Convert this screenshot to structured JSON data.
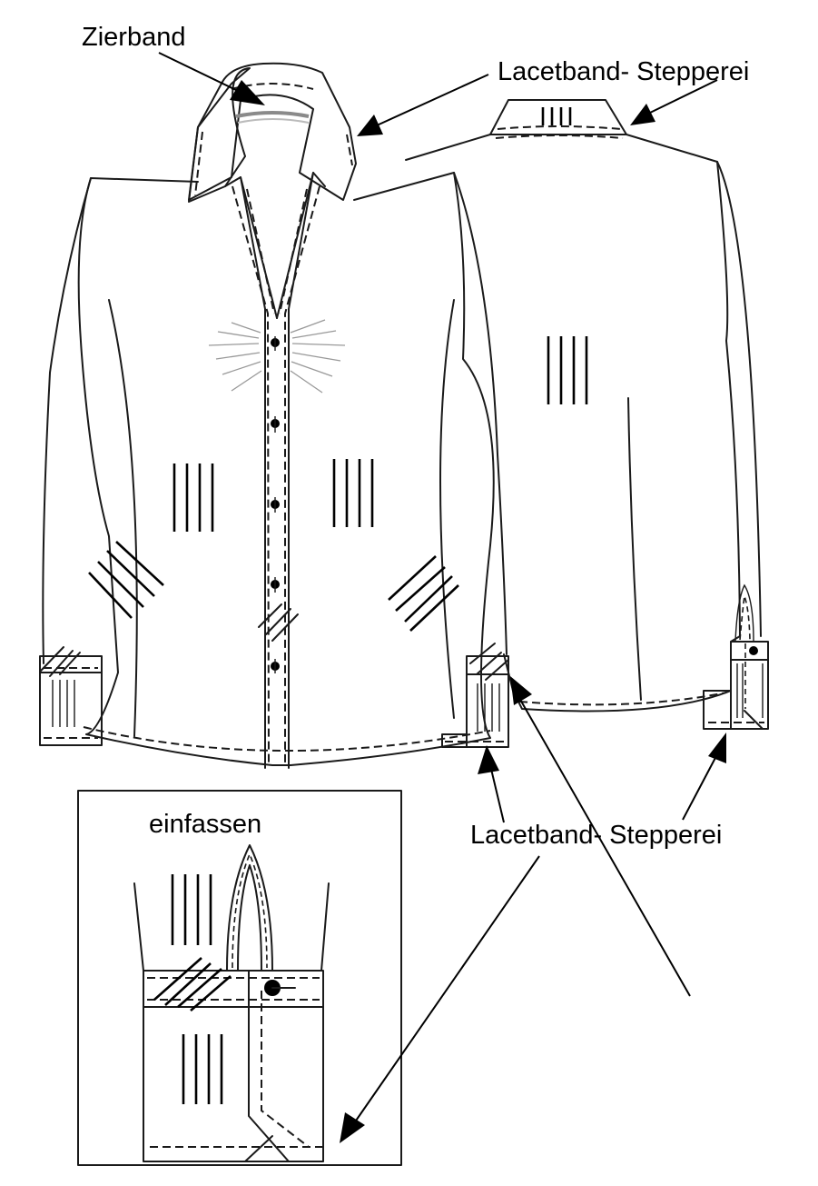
{
  "labels": {
    "zierband": "Zierband",
    "lacetband_top": "Lacetband- Stepperei",
    "lacetband_bottom": "Lacetband- Stepperei",
    "einfassen": "einfassen"
  },
  "colors": {
    "line": "#1a1a1a",
    "shading": "#999999",
    "background": "#ffffff"
  }
}
